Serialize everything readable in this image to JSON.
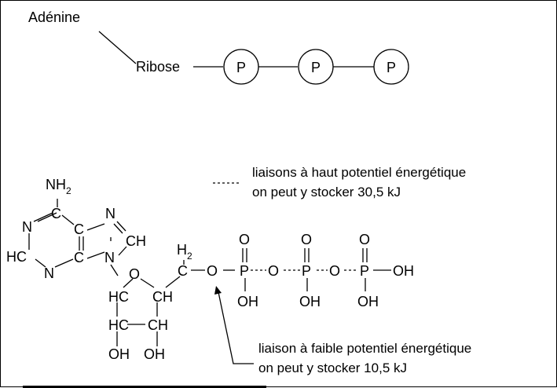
{
  "schematic": {
    "adenine": "Adénine",
    "ribose": "Ribose",
    "phosphates": [
      "P",
      "P",
      "P"
    ]
  },
  "legend": {
    "high_energy_line1": "liaisons à haut potentiel énergétique",
    "high_energy_line2": "on peut y stocker 30,5 kJ",
    "low_energy_line1": "liaison à faible potentiel énergétique",
    "low_energy_line2": "on peut y stocker 10,5 kJ"
  },
  "molecule": {
    "nh": "NH",
    "sub2": "2",
    "n": "N",
    "c": "C",
    "ch": "CH",
    "hc": "HC",
    "o": "O",
    "oh": "OH",
    "h": "H",
    "p": "P"
  }
}
